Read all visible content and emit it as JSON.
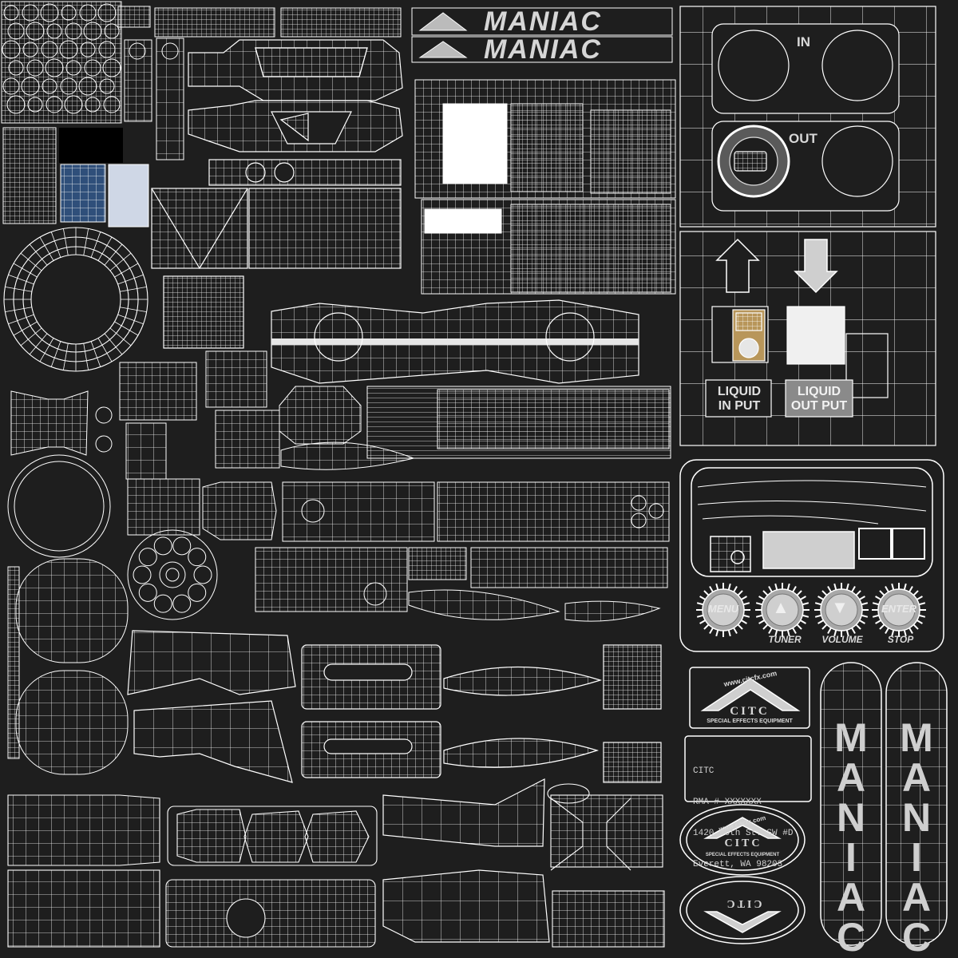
{
  "brand": {
    "wordmark": "MANIAC",
    "logo_text": "CITC",
    "url_text": "www.citcfx.com",
    "tagline": "SPECIAL EFFECTS EQUIPMENT"
  },
  "ports": {
    "in_label": "IN",
    "out_label": "OUT"
  },
  "liquid_panel": {
    "input_line1": "LIQUID",
    "input_line2": "IN PUT",
    "output_line1": "LIQUID",
    "output_line2": "OUT PUT"
  },
  "control_panel": {
    "buttons": [
      "MENU",
      "ENTER"
    ],
    "captions": [
      "TUNER",
      "VOLUME",
      "STOP"
    ]
  },
  "address_plate": {
    "lines": [
      "CITC",
      "RMA # XXXXXXX",
      "1420 80th St. SW #D",
      "Everett, WA 98203"
    ]
  },
  "colors": {
    "background": "#1e1e1e",
    "wire": "#ffffff",
    "label": "#cfcfcf",
    "gold": "#b8965a",
    "blue": "#2f4f7a"
  }
}
